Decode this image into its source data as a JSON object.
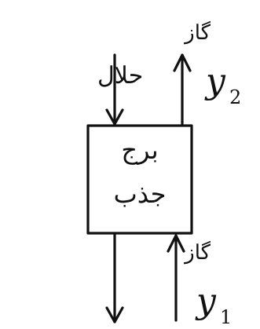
{
  "diagram": {
    "tower_label_line1": "برج",
    "tower_label_line2": "جذب",
    "solvent_label": "حلال",
    "gas_out": {
      "prefix": "گاز",
      "symbol": "y",
      "subscript": "2"
    },
    "gas_in": {
      "prefix": "گاز",
      "symbol": "y",
      "subscript": "1"
    }
  }
}
